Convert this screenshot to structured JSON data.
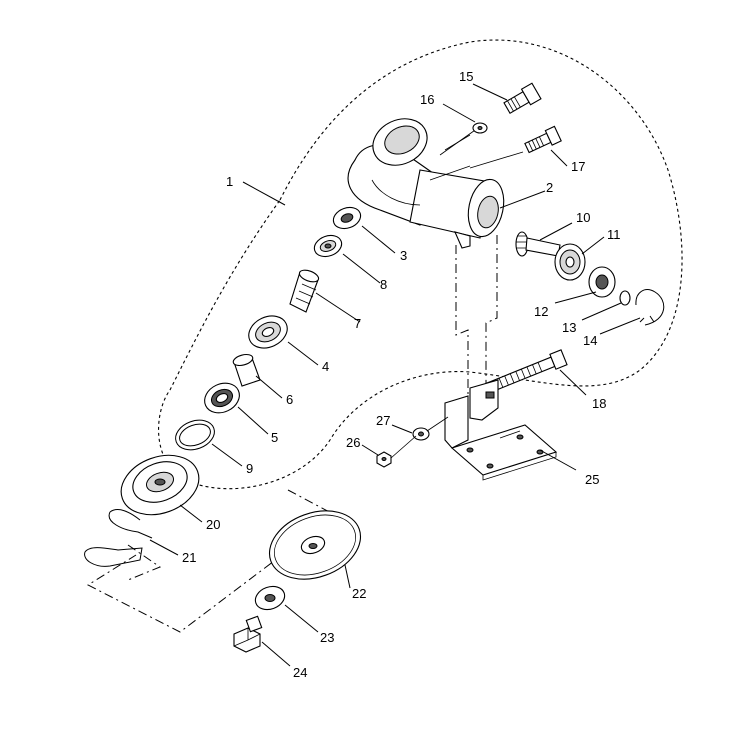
{
  "labels": {
    "p1": "1",
    "p2": "2",
    "p3": "3",
    "p4": "4",
    "p5": "5",
    "p6": "6",
    "p7": "7",
    "p8": "8",
    "p9": "9",
    "p10": "10",
    "p11": "11",
    "p12": "12",
    "p13": "13",
    "p14": "14",
    "p15": "15",
    "p16": "16",
    "p17": "17",
    "p18": "18",
    "p20": "20",
    "p21": "21",
    "p22": "22",
    "p23": "23",
    "p24": "24",
    "p25": "25",
    "p26": "26",
    "p27": "27"
  }
}
